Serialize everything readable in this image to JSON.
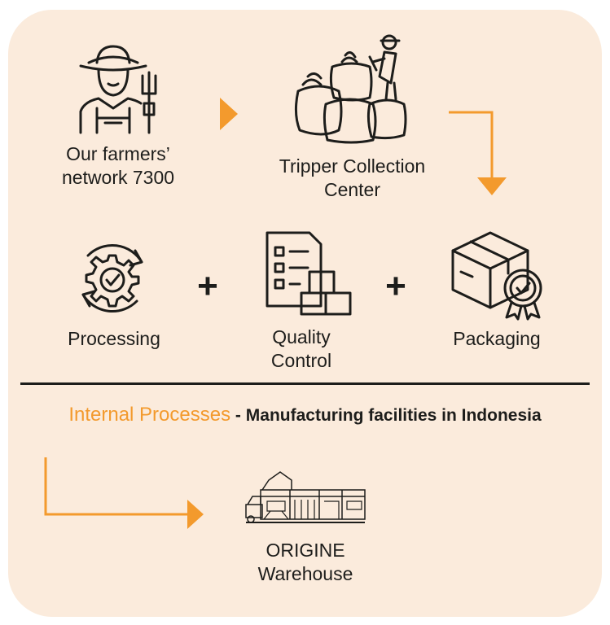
{
  "colors": {
    "background": "#fbebdc",
    "accent": "#f39a2d",
    "ink": "#1d1d1b"
  },
  "nodes": {
    "farmers": {
      "label": "Our farmers’\nnetwork 7300",
      "icon": "farmer-icon"
    },
    "collection": {
      "label": "Tripper Collection\nCenter",
      "icon": "sacks-icon"
    },
    "processing": {
      "label": "Processing",
      "icon": "gear-cycle-icon"
    },
    "quality": {
      "label": "Quality\nControl",
      "icon": "checklist-boxes-icon"
    },
    "packaging": {
      "label": "Packaging",
      "icon": "box-badge-icon"
    },
    "warehouse": {
      "label": "ORIGINE\nWarehouse",
      "icon": "warehouse-icon"
    }
  },
  "operators": {
    "plus_1": "+",
    "plus_2": "+"
  },
  "section": {
    "highlight": "Internal Processes",
    "separator": " - ",
    "rest": "Manufacturing facilities in Indonesia"
  }
}
